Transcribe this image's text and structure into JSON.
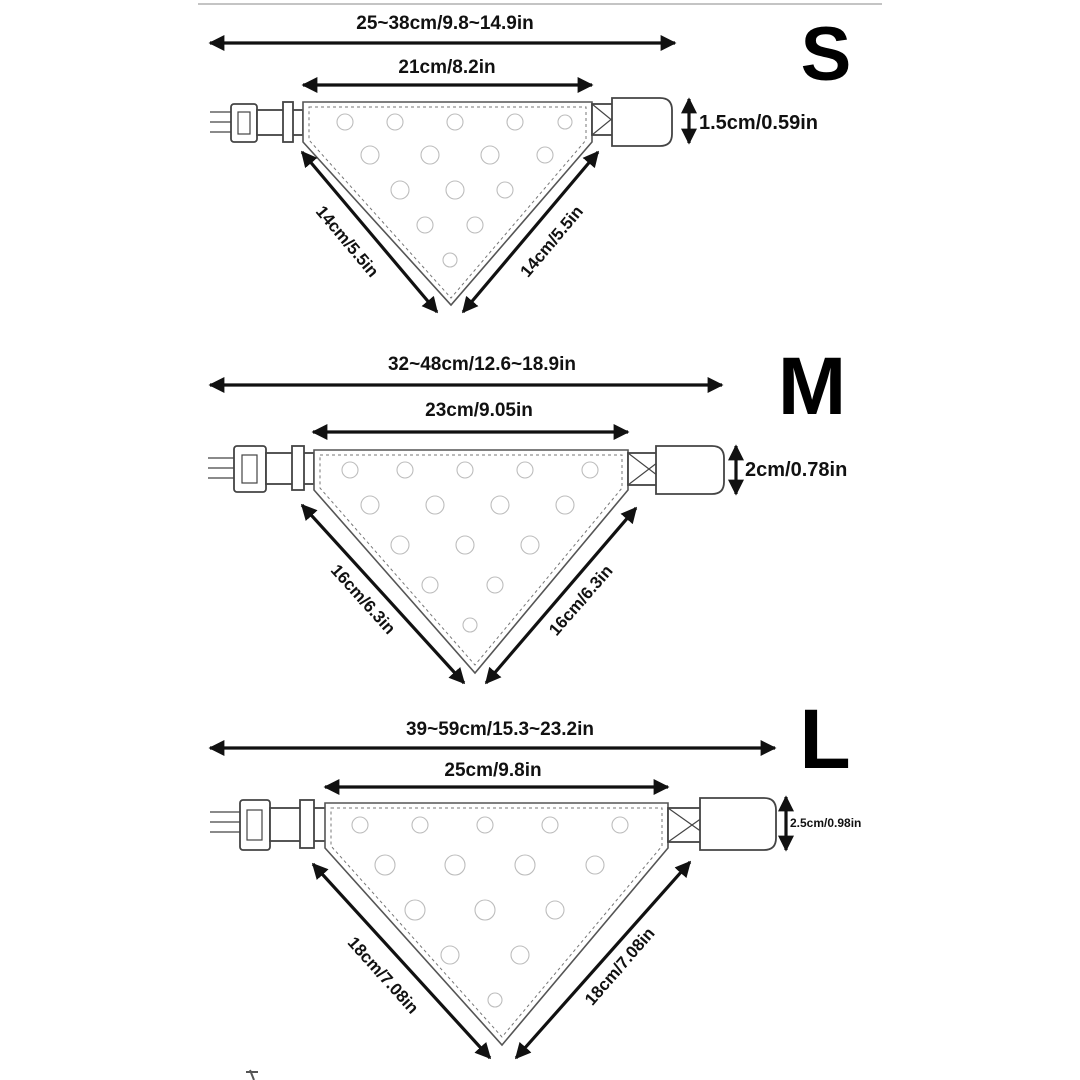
{
  "sizes": [
    {
      "letter": "S",
      "total_length": "25~38cm/9.8~14.9in",
      "top_width": "21cm/8.2in",
      "height": "1.5cm/0.59in",
      "side_left": "14cm/5.5in",
      "side_right": "14cm/5.5in"
    },
    {
      "letter": "M",
      "total_length": "32~48cm/12.6~18.9in",
      "top_width": "23cm/9.05in",
      "height": "2cm/0.78in",
      "side_left": "16cm/6.3in",
      "side_right": "16cm/6.3in"
    },
    {
      "letter": "L",
      "total_length": "39~59cm/15.3~23.2in",
      "top_width": "25cm/9.8in",
      "height": "2.5cm/0.98in",
      "side_left": "18cm/7.08in",
      "side_right": "18cm/7.08in"
    }
  ]
}
